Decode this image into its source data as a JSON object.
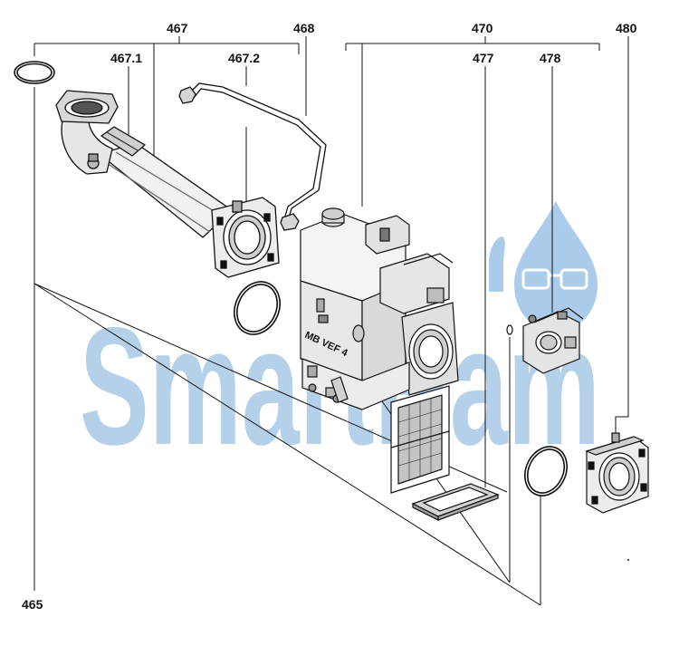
{
  "diagram": {
    "labels": {
      "p465": "465",
      "p467": "467",
      "p467_1": "467.1",
      "p467_2": "467.2",
      "p468": "468",
      "p470": "470",
      "p477": "477",
      "p478": "478",
      "p480": "480"
    },
    "valve_marking": "MB VEF 4",
    "watermark": {
      "text": "SmartHam",
      "color": "#a9c9e6",
      "drop_color": "#9cc3e6"
    },
    "line_color": "#111111"
  }
}
